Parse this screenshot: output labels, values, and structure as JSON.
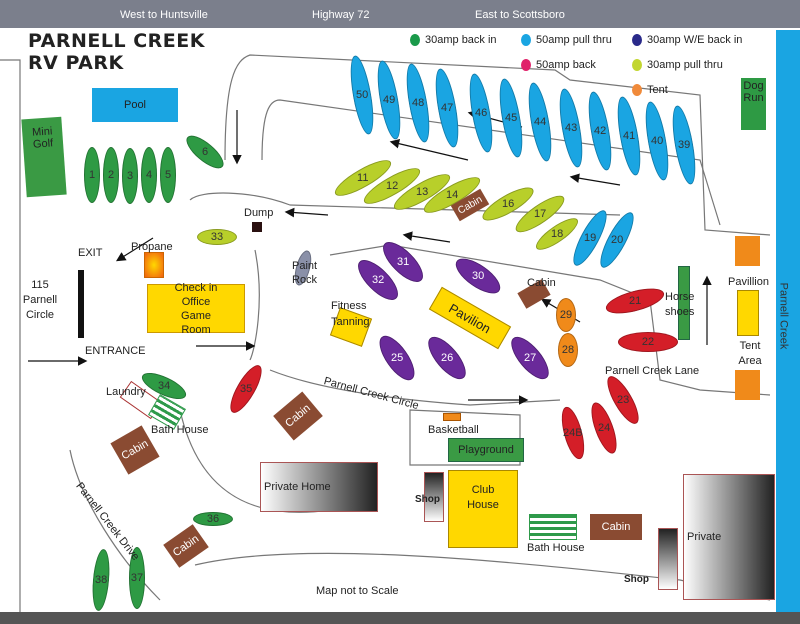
{
  "header": {
    "west": "West to Huntsville",
    "highway": "Highway 72",
    "east": "East to Scottsboro"
  },
  "title": {
    "line1": "PARNELL CREEK",
    "line2": "RV PARK"
  },
  "legend": [
    {
      "label": "30amp back in",
      "color": "#1a9a4a"
    },
    {
      "label": "50amp pull thru",
      "color": "#1aa5e2"
    },
    {
      "label": "30amp W/E back in",
      "color": "#2a2a8a"
    },
    {
      "label": "50amp back",
      "color": "#e0226a"
    },
    {
      "label": "30amp pull thru",
      "color": "#c2d630"
    },
    {
      "label": "Tent",
      "color": "#f08a3a"
    }
  ],
  "colors": {
    "green": "#2e9a44",
    "blue": "#1aa5e2",
    "purple": "#6a2a9a",
    "red": "#d41e28",
    "yellowgreen": "#b8cf2a",
    "orange": "#f08a1a",
    "yellow": "#ffd800",
    "creek": "#1aa5e2"
  },
  "sites": [
    {
      "label": "1",
      "type": "green"
    },
    {
      "label": "2",
      "type": "green"
    },
    {
      "label": "3",
      "type": "green"
    },
    {
      "label": "4",
      "type": "green"
    },
    {
      "label": "5",
      "type": "green"
    },
    {
      "label": "6",
      "type": "green"
    },
    {
      "label": "11",
      "type": "yellowgreen"
    },
    {
      "label": "12",
      "type": "yellowgreen"
    },
    {
      "label": "13",
      "type": "yellowgreen"
    },
    {
      "label": "14",
      "type": "yellowgreen"
    },
    {
      "label": "16",
      "type": "yellowgreen"
    },
    {
      "label": "17",
      "type": "yellowgreen"
    },
    {
      "label": "18",
      "type": "yellowgreen"
    },
    {
      "label": "19",
      "type": "blue"
    },
    {
      "label": "20",
      "type": "blue"
    },
    {
      "label": "21",
      "type": "red"
    },
    {
      "label": "22",
      "type": "red"
    },
    {
      "label": "23",
      "type": "red"
    },
    {
      "label": "24",
      "type": "red"
    },
    {
      "label": "24B",
      "type": "red"
    },
    {
      "label": "25",
      "type": "purple"
    },
    {
      "label": "26",
      "type": "purple"
    },
    {
      "label": "27",
      "type": "purple"
    },
    {
      "label": "28",
      "type": "orange"
    },
    {
      "label": "29",
      "type": "orange"
    },
    {
      "label": "30",
      "type": "purple"
    },
    {
      "label": "31",
      "type": "purple"
    },
    {
      "label": "32",
      "type": "purple"
    },
    {
      "label": "33",
      "type": "yellowgreen"
    },
    {
      "label": "34",
      "type": "green"
    },
    {
      "label": "35",
      "type": "red"
    },
    {
      "label": "36",
      "type": "green"
    },
    {
      "label": "37",
      "type": "green"
    },
    {
      "label": "38",
      "type": "green"
    },
    {
      "label": "39",
      "type": "blue"
    },
    {
      "label": "40",
      "type": "blue"
    },
    {
      "label": "41",
      "type": "blue"
    },
    {
      "label": "42",
      "type": "blue"
    },
    {
      "label": "43",
      "type": "blue"
    },
    {
      "label": "44",
      "type": "blue"
    },
    {
      "label": "45",
      "type": "blue"
    },
    {
      "label": "46",
      "type": "blue"
    },
    {
      "label": "47",
      "type": "blue"
    },
    {
      "label": "48",
      "type": "blue"
    },
    {
      "label": "49",
      "type": "blue"
    },
    {
      "label": "50",
      "type": "blue"
    }
  ],
  "facilities": {
    "pool": "Pool",
    "mini_golf": "Mini Golf",
    "dog_run": "Dog Run",
    "dump": "Dump",
    "propane": "Propane",
    "exit": "EXIT",
    "address": "115 Parnell Circle",
    "check_in": "Check in Office Game Room",
    "entrance": "ENTRANCE",
    "paint_rock": "Paint Rock",
    "fitness": "Fitness Tanning",
    "pavilion": "Pavilion",
    "cabin": "Cabin",
    "horseshoes": "Horse shoes",
    "pavillion": "Pavillion",
    "tent_area": "Tent Area",
    "parnell_creek": "Parnell Creek",
    "parnell_creek_lane": "Parnell Creek Lane",
    "parnell_creek_circle": "Parnell Creek Circle",
    "laundry": "Laundry",
    "bath_house": "Bath House",
    "basketball": "Basketball",
    "playground": "Playground",
    "private_home": "Private Home",
    "shop": "Shop",
    "club_house": "Club House",
    "private": "Private",
    "parnell_creek_drive": "Parnell Creek Drive",
    "note": "Map not to Scale"
  }
}
